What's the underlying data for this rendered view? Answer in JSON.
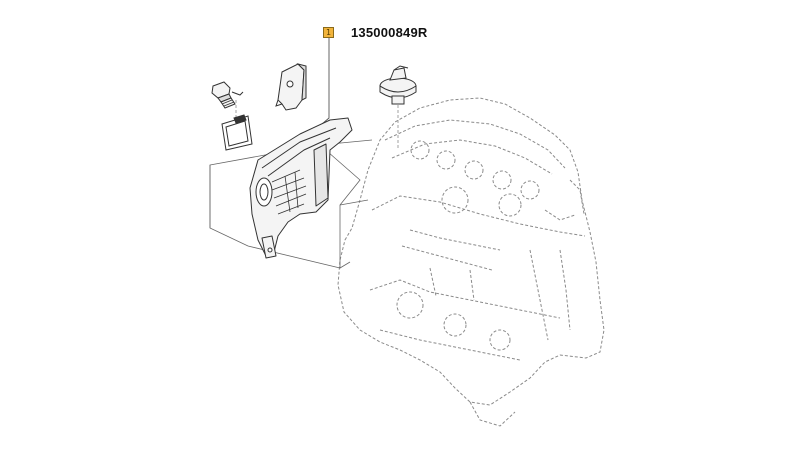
{
  "callout": {
    "index": "1",
    "part_number": "135000849R",
    "box_color": "#f2b43c",
    "box_border": "#8a6a1a"
  },
  "colors": {
    "line": "#555555",
    "dashed": "#8a8a8a",
    "part_fill": "#f4f4f4",
    "dark": "#333333"
  },
  "parts": {
    "bolt": "bolt",
    "bracket": "mounting-bracket",
    "gasket": "gasket",
    "timing_cover": "timing-cover",
    "oil_cap": "oil-filler-cap",
    "engine_block": "engine-block"
  }
}
